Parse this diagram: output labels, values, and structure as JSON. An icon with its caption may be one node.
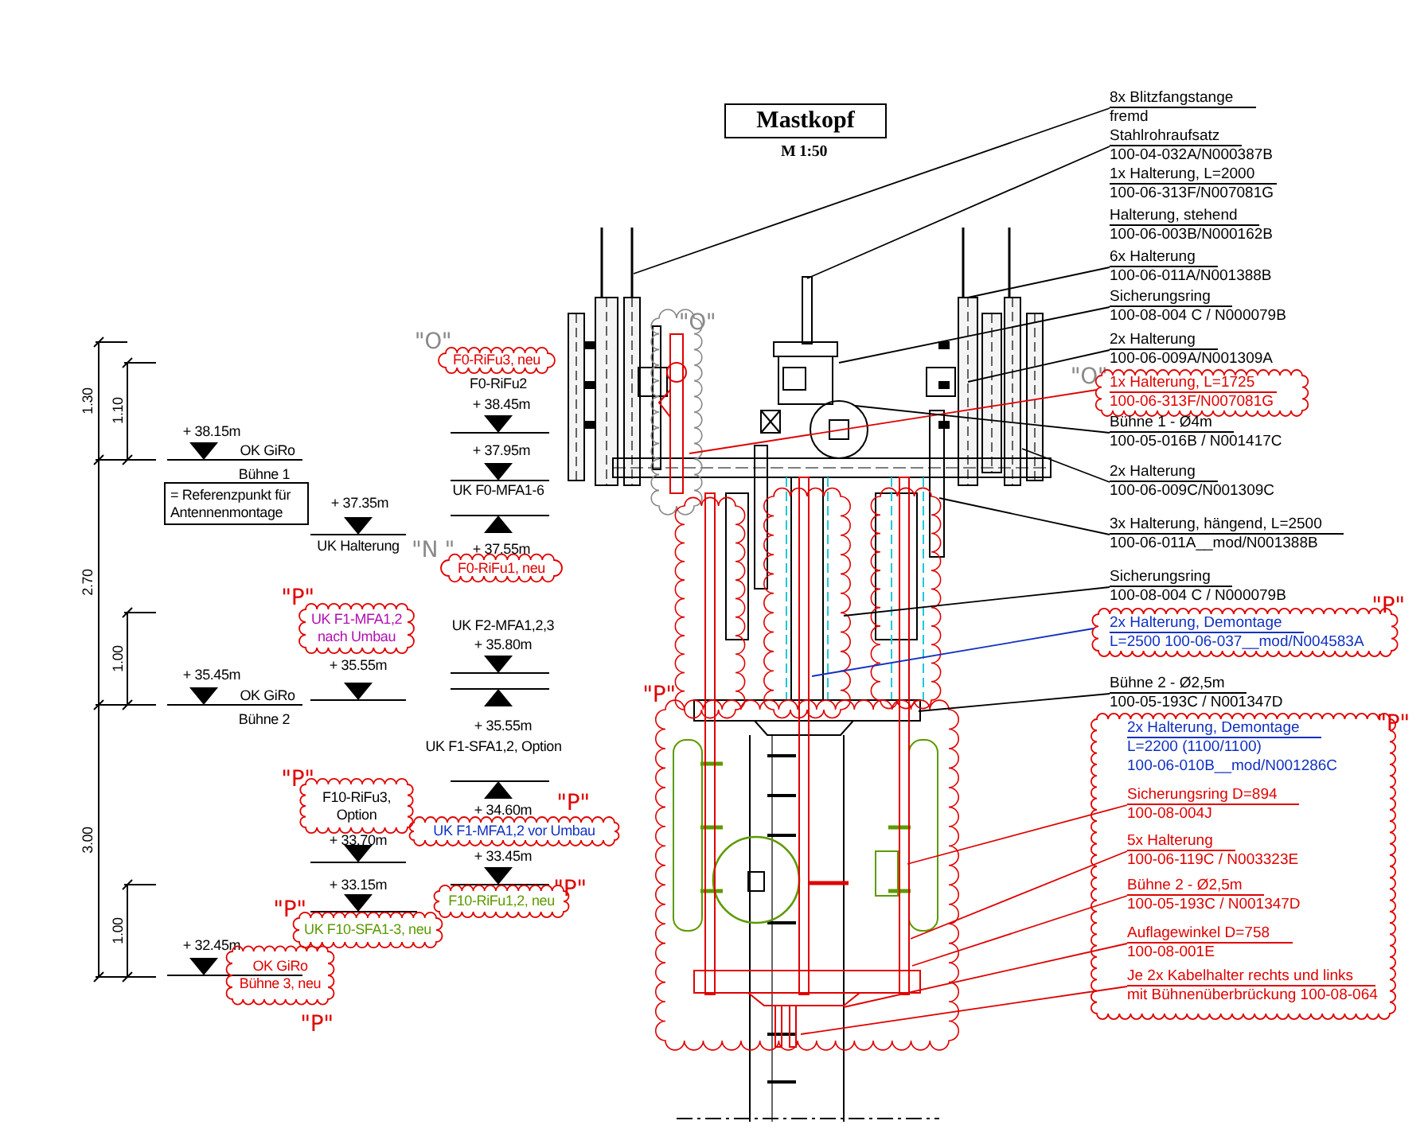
{
  "diagram": {
    "title": "Mastkopf",
    "nodes": [
      {
        "text": [
          "F0-RiFu3, neu"
        ]
      },
      {
        "text": [
          "= Referenzpunkt für Antennenmontage"
        ]
      },
      {
        "text": [
          "F0-RiFu1, neu"
        ]
      },
      {
        "text": [
          "UK F1-MFA1,2 nach Umbau"
        ]
      },
      {
        "text": [
          "F10-RiFu3, Option"
        ]
      },
      {
        "text": [
          "UK F1-MFA1,2 vor Umbau"
        ]
      },
      {
        "text": [
          "F10-RiFu1,2, neu"
        ]
      },
      {
        "text": [
          "UK F10-SFA1-3, neu"
        ]
      },
      {
        "text": [
          "OK GiRo",
          "Bühne 3, neu"
        ]
      },
      {
        "text": [
          "8x Blitzfangstange",
          "fremd"
        ]
      },
      {
        "text": [
          "Stahlrohraufsatz",
          "100-04-032A/N000387B"
        ]
      },
      {
        "text": [
          "1x Halterung, L=2000",
          "100-06-313F/N007081G"
        ]
      },
      {
        "text": [
          "Halterung, stehend",
          "100-06-003B/N000162B"
        ]
      },
      {
        "text": [
          "6x Halterung",
          "100-06-011A/N001388B"
        ]
      },
      {
        "text": [
          "Sicherungsring",
          "100-08-004 C / N000079B"
        ]
      },
      {
        "text": [
          "2x Halterung",
          "100-06-009A/N001309A"
        ]
      },
      {
        "text": [
          "1x Halterung, L=1725",
          "100-06-313F/N007081G"
        ]
      },
      {
        "text": [
          "Bühne 1 - Ø4m",
          "100-05-016B / N001417C"
        ]
      },
      {
        "text": [
          "2x Halterung",
          "100-06-009C/N001309C"
        ]
      },
      {
        "text": [
          "3x Halterung, hängend, L=2500",
          "100-06-011A__mod/N001388B"
        ]
      },
      {
        "text": [
          "Sicherungsring",
          "100-08-004 C / N000079B"
        ]
      },
      {
        "text": [
          "2x Halterung, Demontage",
          "L=2500 100-06-037__mod/N004583A"
        ]
      },
      {
        "text": [
          "Bühne 2 - Ø2,5m",
          "100-05-193C / N001347D"
        ]
      },
      {
        "text": [],
        "shape": "cloud"
      },
      {
        "text": [
          "2x Halterung, Demontage",
          "L=2200 (1100/1100)",
          "100-06-010B__mod/N001286C"
        ],
        "in": 23
      },
      {
        "text": [
          "Sicherungsring D=894",
          "100-08-004J"
        ],
        "in": 23
      },
      {
        "text": [
          "5x Halterung",
          "100-06-119C / N003323E"
        ],
        "in": 23
      },
      {
        "text": [
          "Bühne 2 - Ø2,5m",
          "100-05-193C / N001347D"
        ],
        "in": 23
      },
      {
        "text": [
          "Auflagewinkel D=758",
          "100-08-001E"
        ],
        "in": 23
      },
      {
        "text": [
          "Je 2x Kabelhalter rechts und links",
          "mit Bühnenüberbrückung 100-08-064"
        ],
        "in": 23
      }
    ],
    "edges": [
      {
        "from": 9,
        "to": null,
        "arrow": "none"
      },
      {
        "from": 10,
        "to": null,
        "arrow": "none"
      },
      {
        "from": 13,
        "to": null,
        "arrow": "none"
      },
      {
        "from": 14,
        "to": null,
        "arrow": "none"
      },
      {
        "from": 15,
        "to": null,
        "arrow": "none"
      },
      {
        "from": 16,
        "to": null,
        "arrow": "none",
        "color": "#e00000"
      },
      {
        "from": 17,
        "to": null,
        "arrow": "none"
      },
      {
        "from": 18,
        "to": null,
        "arrow": "none"
      },
      {
        "from": 19,
        "to": null,
        "arrow": "none"
      },
      {
        "from": 20,
        "to": null,
        "arrow": "none"
      },
      {
        "from": 21,
        "to": null,
        "arrow": "none",
        "color": "#1030c0"
      },
      {
        "from": 22,
        "to": null,
        "arrow": "none"
      },
      {
        "from": 25,
        "to": null,
        "arrow": "none",
        "color": "#e00000"
      },
      {
        "from": 26,
        "to": null,
        "arrow": "none",
        "color": "#e00000"
      },
      {
        "from": 27,
        "to": null,
        "arrow": "none",
        "color": "#e00000"
      },
      {
        "from": 28,
        "to": null,
        "arrow": "none",
        "color": "#e00000"
      },
      {
        "from": 29,
        "to": null,
        "arrow": "none",
        "color": "#e00000"
      }
    ],
    "labels": [
      "M 1:50",
      "1.30",
      "1.10",
      "2.70",
      "1.00",
      "3.00",
      "1.00",
      "\"O\"",
      "F0-RiFu2",
      "+ 38.45m",
      "+ 38.15m",
      "OK GiRo",
      "Bühne 1",
      "+ 37.95m",
      "UK F0-MFA1-6",
      "+ 37.35m",
      "UK Halterung",
      "\"N \"",
      "+ 37.55m",
      "\"P\"",
      "UK F2-MFA1,2,3",
      "+ 35.80m",
      "+ 35.55m",
      "+ 35.45m",
      "OK GiRo",
      "Bühne 2",
      "+ 35.55m",
      "UK F1-SFA1,2, Option",
      "\"P\"",
      "+ 34.60m",
      "\"P\"",
      "+ 33.70m",
      "+ 33.45m",
      "+ 33.15m",
      "\"P\"",
      "\"P\"",
      "+ 32.45m",
      "\"P\"",
      "\"O\"",
      "\"O\"",
      "\"P\"",
      "\"P\"",
      "\"P\""
    ]
  }
}
